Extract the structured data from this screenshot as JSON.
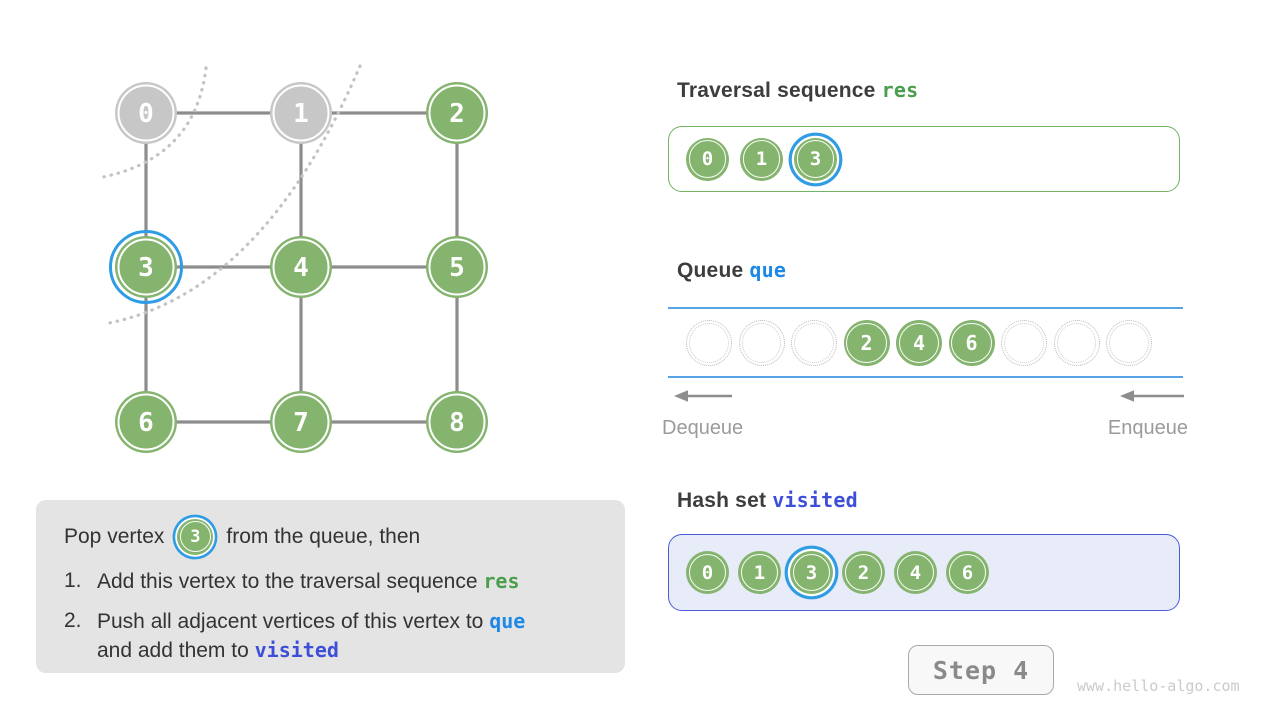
{
  "colors": {
    "node_green": "#84b46e",
    "node_gray": "#c7c7c7",
    "highlight_blue": "#2f9ce4",
    "edge_gray": "#8d8d8d",
    "arc_gray": "#c3c3c3",
    "res_code": "#4a9e4d",
    "que_code": "#1e88e5",
    "visited_code": "#3d4fd8",
    "res_box_border": "#74b363",
    "visited_box_border": "#4a5cd8",
    "visited_box_bg": "#e8ecf9",
    "queue_line": "#58a3e4",
    "heading_text": "#3d3d3d",
    "note_bg": "#e4e4e4",
    "muted_text": "#9b9b9b"
  },
  "graph": {
    "nodes": [
      {
        "id": "0",
        "state": "gray"
      },
      {
        "id": "1",
        "state": "gray"
      },
      {
        "id": "2",
        "state": "green"
      },
      {
        "id": "3",
        "state": "current"
      },
      {
        "id": "4",
        "state": "green"
      },
      {
        "id": "5",
        "state": "green"
      },
      {
        "id": "6",
        "state": "green"
      },
      {
        "id": "7",
        "state": "green"
      },
      {
        "id": "8",
        "state": "green"
      }
    ],
    "edges": [
      [
        0,
        1
      ],
      [
        1,
        2
      ],
      [
        0,
        3
      ],
      [
        1,
        4
      ],
      [
        2,
        5
      ],
      [
        3,
        4
      ],
      [
        4,
        5
      ],
      [
        3,
        6
      ],
      [
        4,
        7
      ],
      [
        5,
        8
      ],
      [
        6,
        7
      ],
      [
        7,
        8
      ]
    ]
  },
  "sections": {
    "res": {
      "label": "Traversal sequence",
      "code": "res",
      "items": [
        {
          "v": "0"
        },
        {
          "v": "1"
        },
        {
          "v": "3",
          "highlight": true
        }
      ]
    },
    "queue": {
      "label": "Queue",
      "code": "que",
      "slots": [
        null,
        null,
        null,
        "2",
        "4",
        "6",
        null,
        null,
        null
      ],
      "dequeue_label": "Dequeue",
      "enqueue_label": "Enqueue"
    },
    "visited": {
      "label": "Hash set",
      "code": "visited",
      "items": [
        {
          "v": "0"
        },
        {
          "v": "1"
        },
        {
          "v": "3",
          "highlight": true
        },
        {
          "v": "2"
        },
        {
          "v": "4"
        },
        {
          "v": "6"
        }
      ]
    }
  },
  "note": {
    "intro_pre": "Pop vertex",
    "intro_vertex": "3",
    "intro_post": "from the queue, then",
    "items": [
      {
        "num": "1.",
        "text": "Add this vertex to the traversal sequence",
        "code": "res"
      },
      {
        "num": "2.",
        "text": "Push all adjacent vertices of this vertex to",
        "code": "que",
        "text2": "and add them to",
        "code2": "visited"
      }
    ]
  },
  "footer": {
    "step_label": "Step 4",
    "watermark": "www.hello-algo.com"
  }
}
